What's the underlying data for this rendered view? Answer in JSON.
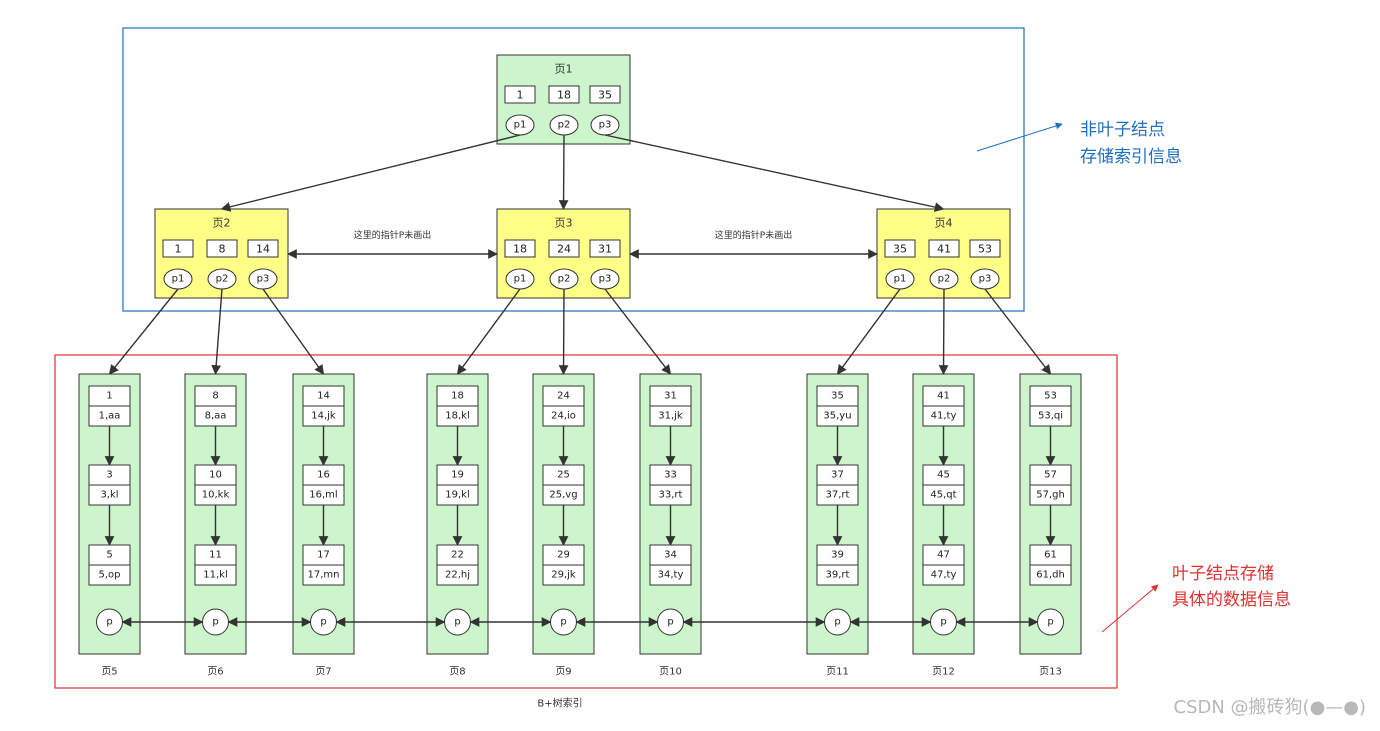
{
  "root": {
    "title": "页1",
    "keys": [
      "1",
      "18",
      "35"
    ],
    "ptrs": [
      "p1",
      "p2",
      "p3"
    ]
  },
  "internal": [
    {
      "title": "页2",
      "keys": [
        "1",
        "8",
        "14"
      ],
      "ptrs": [
        "p1",
        "p2",
        "p3"
      ]
    },
    {
      "title": "页3",
      "keys": [
        "18",
        "24",
        "31"
      ],
      "ptrs": [
        "p1",
        "p2",
        "p3"
      ]
    },
    {
      "title": "页4",
      "keys": [
        "35",
        "41",
        "53"
      ],
      "ptrs": [
        "p1",
        "p2",
        "p3"
      ]
    }
  ],
  "sibling_note": "这里的指针P未画出",
  "leaves": [
    {
      "title": "页5",
      "rows": [
        [
          "1",
          "1,aa"
        ],
        [
          "3",
          "3,kl"
        ],
        [
          "5",
          "5,op"
        ]
      ],
      "ptr": "p"
    },
    {
      "title": "页6",
      "rows": [
        [
          "8",
          "8,aa"
        ],
        [
          "10",
          "10,kk"
        ],
        [
          "11",
          "11,kl"
        ]
      ],
      "ptr": "p"
    },
    {
      "title": "页7",
      "rows": [
        [
          "14",
          "14,jk"
        ],
        [
          "16",
          "16,ml"
        ],
        [
          "17",
          "17,mn"
        ]
      ],
      "ptr": "p"
    },
    {
      "title": "页8",
      "rows": [
        [
          "18",
          "18,kl"
        ],
        [
          "19",
          "19,kl"
        ],
        [
          "22",
          "22,hj"
        ]
      ],
      "ptr": "p"
    },
    {
      "title": "页9",
      "rows": [
        [
          "24",
          "24,io"
        ],
        [
          "25",
          "25,vg"
        ],
        [
          "29",
          "29,jk"
        ]
      ],
      "ptr": "p"
    },
    {
      "title": "页10",
      "rows": [
        [
          "31",
          "31,jk"
        ],
        [
          "33",
          "33,rt"
        ],
        [
          "34",
          "34,ty"
        ]
      ],
      "ptr": "p"
    },
    {
      "title": "页11",
      "rows": [
        [
          "35",
          "35,yu"
        ],
        [
          "37",
          "37,rt"
        ],
        [
          "39",
          "39,rt"
        ]
      ],
      "ptr": "p"
    },
    {
      "title": "页12",
      "rows": [
        [
          "41",
          "41,ty"
        ],
        [
          "45",
          "45,qt"
        ],
        [
          "47",
          "47,ty"
        ]
      ],
      "ptr": "p"
    },
    {
      "title": "页13",
      "rows": [
        [
          "53",
          "53,qi"
        ],
        [
          "57",
          "57,gh"
        ],
        [
          "61",
          "61,dh"
        ]
      ],
      "ptr": "p"
    }
  ],
  "annotations": {
    "nonleaf": [
      "非叶子结点",
      "存储索引信息"
    ],
    "leaf": [
      "叶子结点存储",
      "具体的数据信息"
    ]
  },
  "caption": "B+树索引",
  "watermark": "CSDN @搬砖狗(●—●)",
  "colors": {
    "root_fill": "#ccf5cc",
    "internal_fill": "#ffff88",
    "leaf_fill": "#ccf5cc",
    "nonleaf_frame": "#1c6fc0",
    "leaf_frame": "#e03030",
    "arrow": "#333333"
  }
}
